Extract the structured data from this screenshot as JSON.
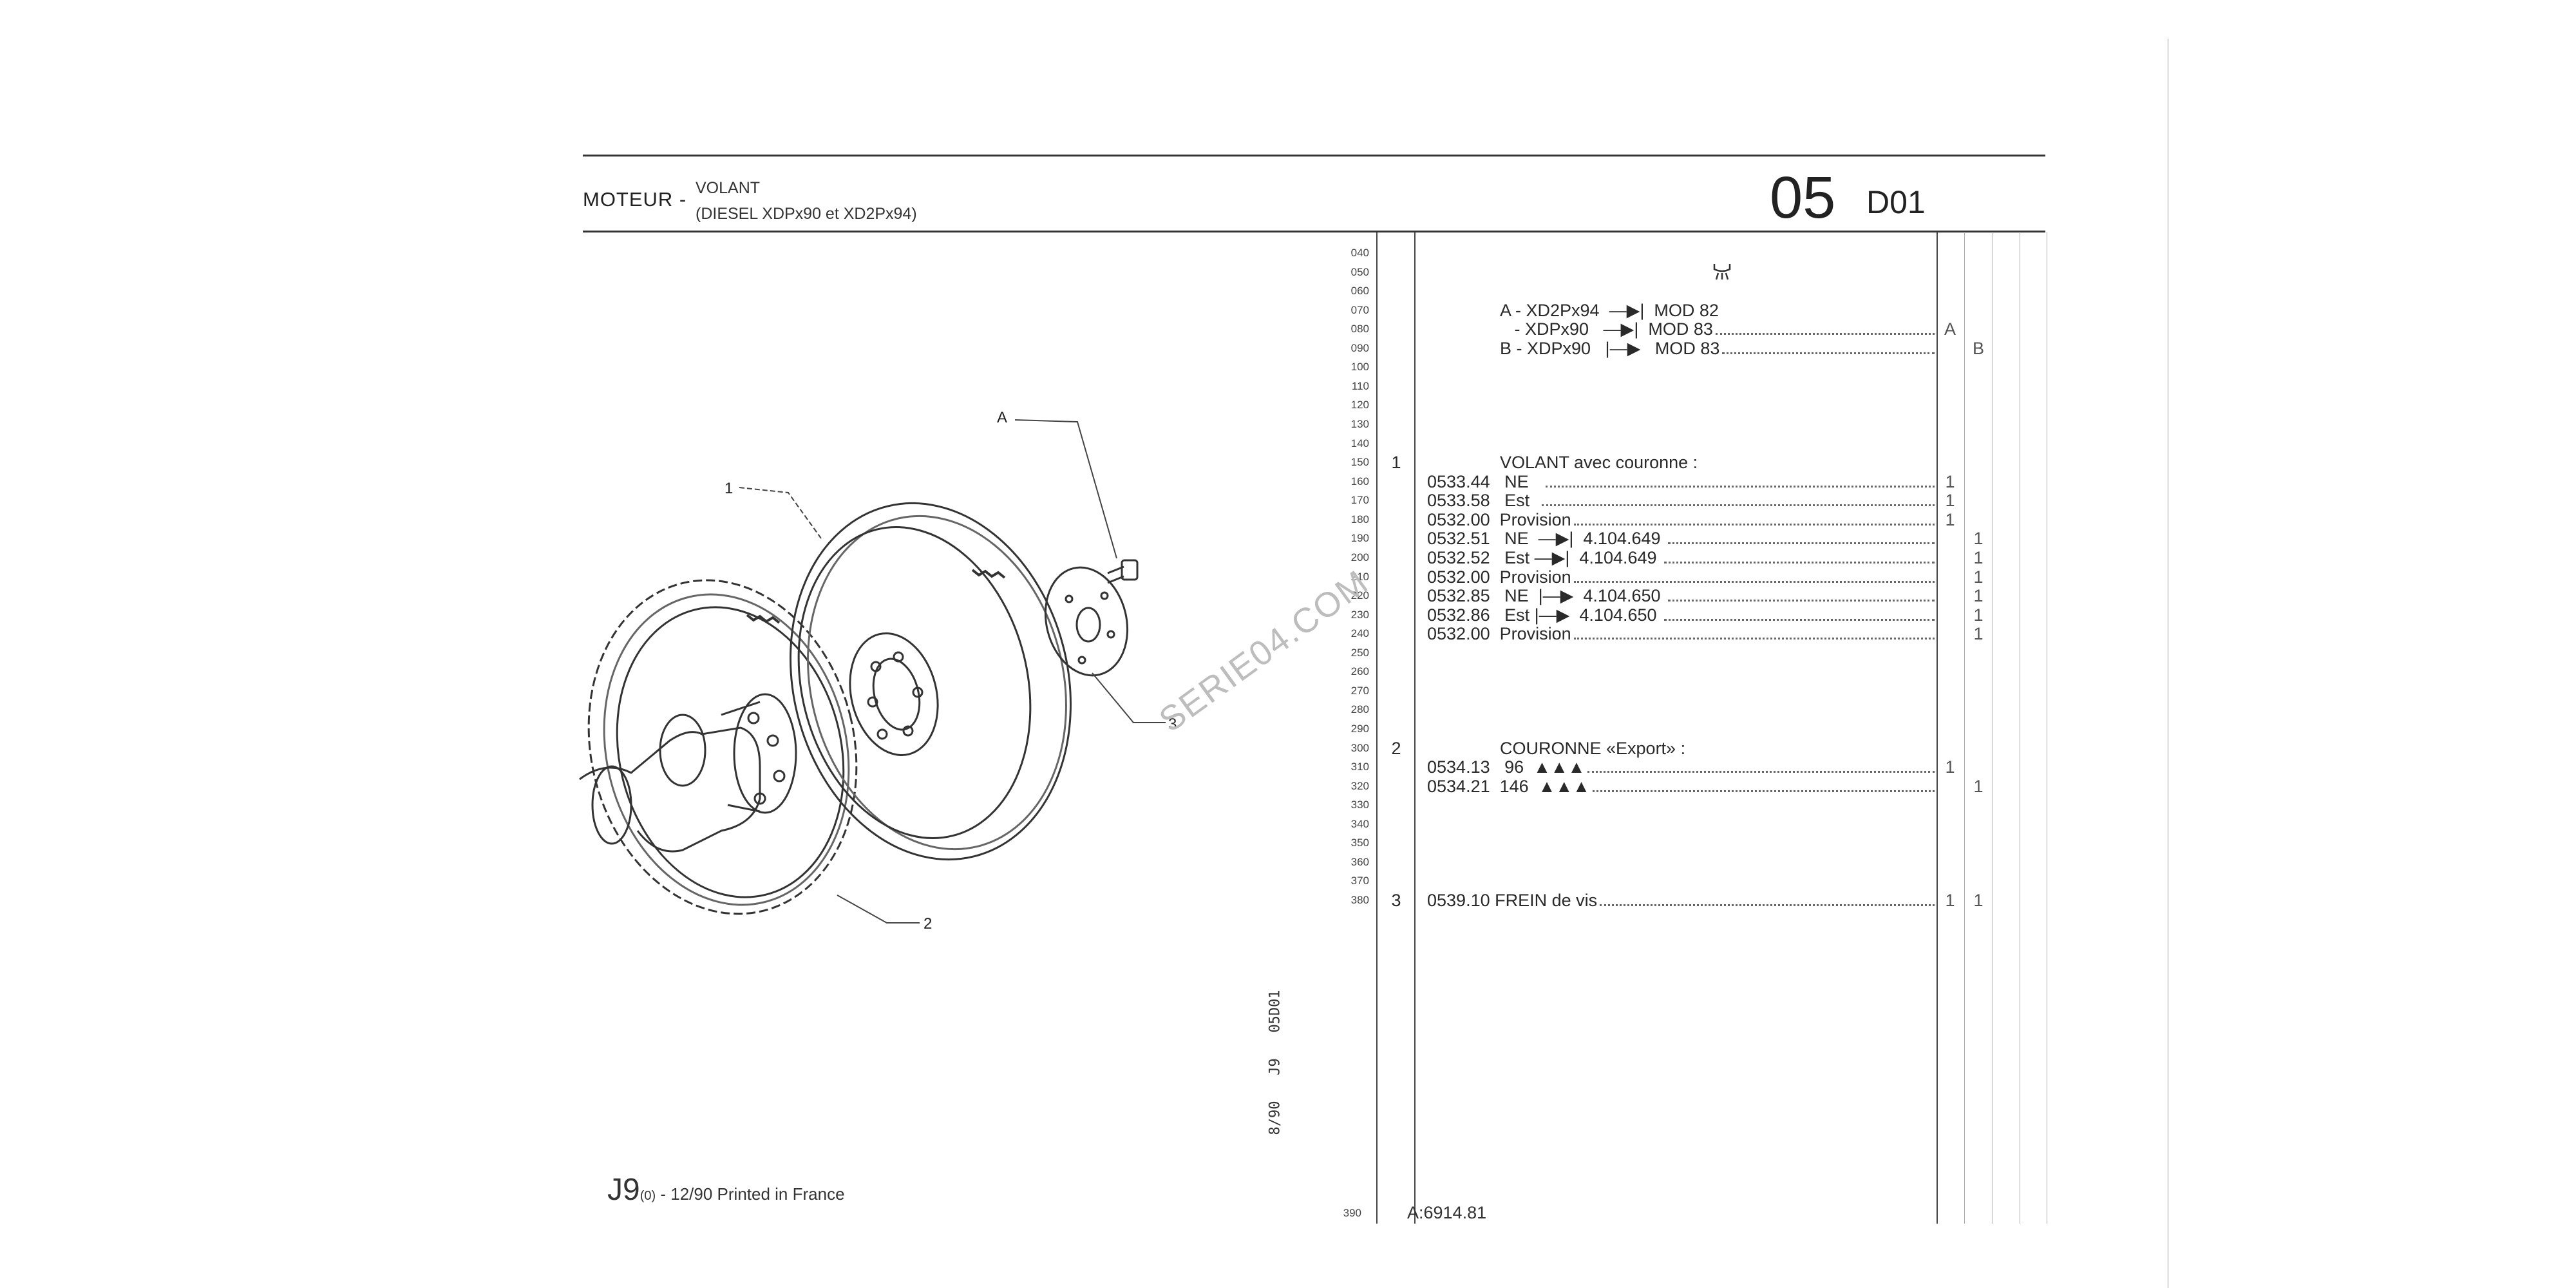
{
  "header": {
    "section": "MOTEUR -",
    "title": "VOLANT",
    "subtitle": "(DIESEL XDPx90 et XD2Px94)",
    "group": "05",
    "page": "D01"
  },
  "diagram": {
    "labels": {
      "a": "A",
      "p1": "1",
      "p2": "2",
      "p3": "3"
    }
  },
  "watermark": "SERIE04.COM",
  "side_code": "8/90   J9   05D01",
  "footer": {
    "code": "J9",
    "sub": "(0)",
    "text": " - 12/90 Printed in France"
  },
  "icons": {
    "diesel_symbol": "diesel-injector-icon"
  },
  "table": {
    "rows": [
      {
        "line": "040"
      },
      {
        "line": "050",
        "icon": true
      },
      {
        "line": "060"
      },
      {
        "line": "070",
        "desc": "A - XD2Px94  —▶|  MOD 82"
      },
      {
        "line": "080",
        "desc": "   - XDPx90   —▶|  MOD 83",
        "dots": true,
        "a": "A"
      },
      {
        "line": "090",
        "desc": "B - XDPx90   |—▶   MOD 83",
        "dots": true,
        "b": "B"
      },
      {
        "line": "100"
      },
      {
        "line": "110"
      },
      {
        "line": "120"
      },
      {
        "line": "130"
      },
      {
        "line": "140"
      },
      {
        "line": "150",
        "item": "1",
        "desc": "VOLANT avec couronne :"
      },
      {
        "line": "160",
        "ref": "0533.44",
        "desc": "   NE   ",
        "dots": true,
        "a": "1"
      },
      {
        "line": "170",
        "ref": "0533.58",
        "desc": "   Est  ",
        "dots": true,
        "a": "1"
      },
      {
        "line": "180",
        "ref": "0532.00",
        "desc": "  Provision",
        "dots": true,
        "a": "1"
      },
      {
        "line": "190",
        "ref": "0532.51",
        "desc": "   NE  —▶|  4.104.649 ",
        "dots": true,
        "b": "1"
      },
      {
        "line": "200",
        "ref": "0532.52",
        "desc": "   Est —▶|  4.104.649 ",
        "dots": true,
        "b": "1"
      },
      {
        "line": "210",
        "ref": "0532.00",
        "desc": "  Provision",
        "dots": true,
        "b": "1"
      },
      {
        "line": "220",
        "ref": "0532.85",
        "desc": "   NE  |—▶  4.104.650 ",
        "dots": true,
        "b": "1"
      },
      {
        "line": "230",
        "ref": "0532.86",
        "desc": "   Est |—▶  4.104.650 ",
        "dots": true,
        "b": "1"
      },
      {
        "line": "240",
        "ref": "0532.00",
        "desc": "  Provision",
        "dots": true,
        "b": "1"
      },
      {
        "line": "250"
      },
      {
        "line": "260"
      },
      {
        "line": "270"
      },
      {
        "line": "280"
      },
      {
        "line": "290"
      },
      {
        "line": "300",
        "item": "2",
        "desc": "COURONNE «Export» :"
      },
      {
        "line": "310",
        "ref": "0534.13",
        "desc": "   96  ▲▲▲",
        "dots": true,
        "a": "1"
      },
      {
        "line": "320",
        "ref": "0534.21",
        "desc": "  146  ▲▲▲",
        "dots": true,
        "b": "1"
      },
      {
        "line": "330"
      },
      {
        "line": "340"
      },
      {
        "line": "350"
      },
      {
        "line": "360"
      },
      {
        "line": "370"
      },
      {
        "line": "380",
        "item": "3",
        "ref": "0539.10",
        "desc": " FREIN de vis",
        "dots": true,
        "a": "1",
        "b": "1"
      }
    ],
    "last_line": "390",
    "ref_code": "A:6914.81"
  }
}
